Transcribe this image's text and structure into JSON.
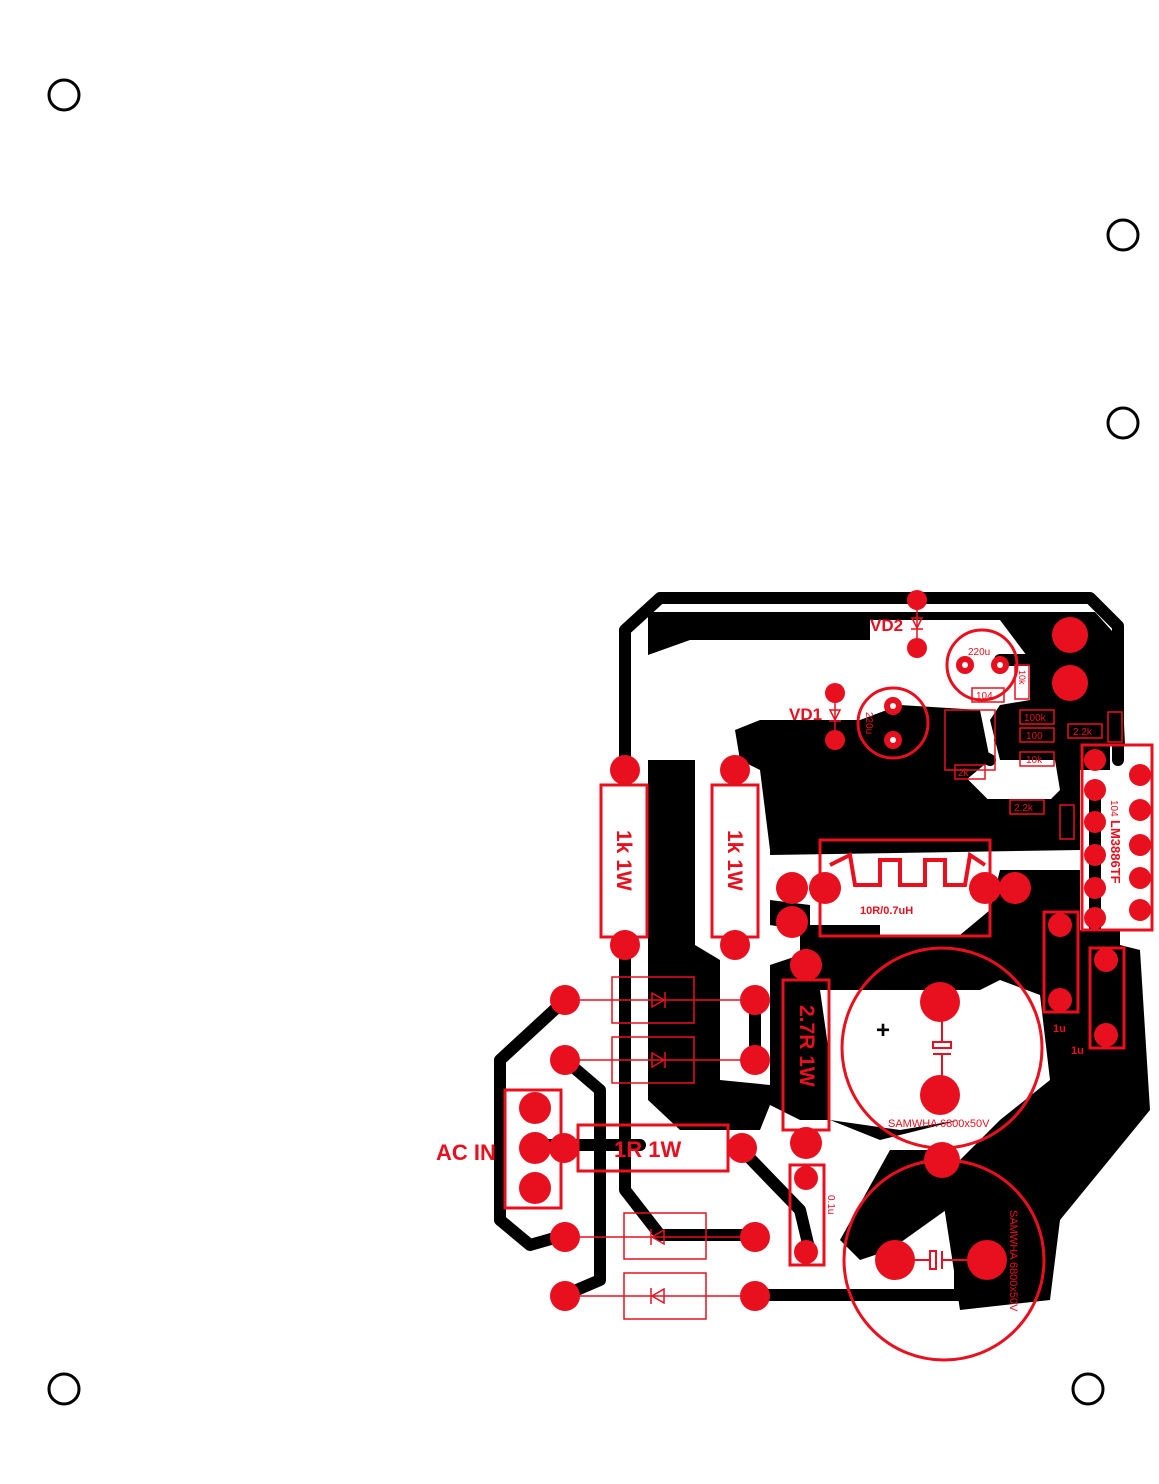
{
  "colors": {
    "copper": "#000000",
    "silk": "#e8101e",
    "background": "#ffffff"
  },
  "labels": {
    "vd2": "VD2",
    "vd1": "VD1",
    "in": "IN",
    "ac_in": "AC IN",
    "r1k_a": "1k 1W",
    "r1k_b": "1k 1W",
    "inductor": "10R/0.7uH",
    "r27": "2.7R 1W",
    "r1r": "1R 1W",
    "plus": "+",
    "cap_big_1": "SAMWHA 6800x50V",
    "cap_big_2": "SAMWHA 6800x50V",
    "c220_top": "220u",
    "c220_left": "220u",
    "c1u_a": "1u",
    "c1u_b": "1u",
    "c01": "0.1u",
    "r2k2_a": "2.2k",
    "r2k2_b": "2.2k",
    "r100k": "100k",
    "r100": "100",
    "r10k": "10k",
    "r10k_b": "10k",
    "c104": "104",
    "c104_b": "104",
    "r2k": "2k",
    "ic_lm": "LM3886TF"
  }
}
